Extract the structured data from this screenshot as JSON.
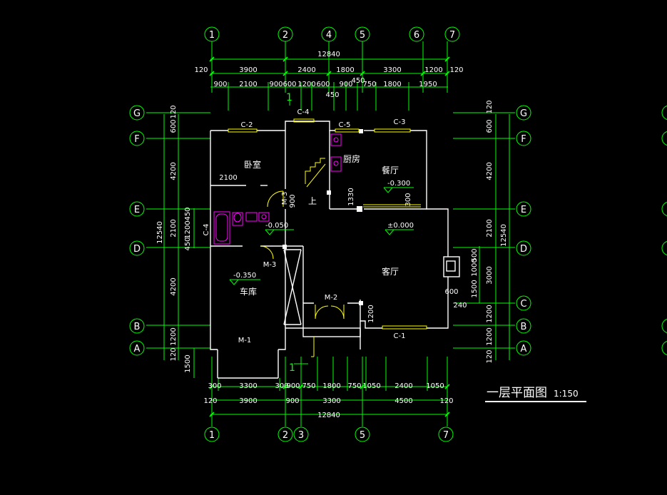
{
  "colors": {
    "background": "#000000",
    "dimension": "#00ff00",
    "wall": "#ffffff",
    "text": "#ffffff",
    "window": "#ffff00",
    "fixture": "#ff00ff"
  },
  "axes": {
    "top": [
      "1",
      "2",
      "4",
      "5",
      "6",
      "7"
    ],
    "bottom": [
      "1",
      "2",
      "3",
      "5",
      "7"
    ],
    "left": [
      "G",
      "F",
      "E",
      "D",
      "B",
      "A"
    ],
    "right": [
      "G",
      "F",
      "E",
      "D",
      "C",
      "B",
      "A"
    ]
  },
  "dimensions": {
    "top_total": "12840",
    "top_row2": [
      "120",
      "3900",
      "2400",
      "1800",
      "3300",
      "1200",
      "120"
    ],
    "top_row3": [
      "900",
      "2100",
      "900",
      "600",
      "1200",
      "600",
      "900",
      "450",
      "750",
      "1800",
      "1950"
    ],
    "top_extra": "450",
    "bottom_row1": [
      "300",
      "3300",
      "300",
      "900",
      "750",
      "1800",
      "750",
      "1050",
      "2400",
      "1050"
    ],
    "bottom_row2": [
      "120",
      "3900",
      "900",
      "3300",
      "4500",
      "120"
    ],
    "bottom_total": "12840",
    "left_outer": "12540",
    "left_inner": [
      "120",
      "600",
      "4200",
      "2100",
      "4200",
      "1200",
      "120"
    ],
    "left_small": [
      "450",
      "1200",
      "450"
    ],
    "left_bottom": "1500",
    "right_outer": "12540",
    "right_inner": [
      "120",
      "600",
      "4200",
      "2100",
      "3000",
      "1200",
      "1200",
      "120"
    ],
    "right_small": [
      "500",
      "1000",
      "1500"
    ],
    "inner_labels": [
      "2100",
      "900",
      "1330",
      "300",
      "1200",
      "600",
      "240"
    ]
  },
  "rooms": {
    "bedroom": "卧室",
    "kitchen": "厨房",
    "dining": "餐厅",
    "living": "客厅",
    "garage": "车库"
  },
  "levels": [
    "-0.300",
    "-0.050",
    "±0.000",
    "-0.350"
  ],
  "openings": {
    "c2": "C-2",
    "c4_top": "C-4",
    "c5": "C-5",
    "c3": "C-3",
    "c4_side": "C-4",
    "c1": "C-1",
    "m1": "M-1",
    "m2": "M-2",
    "m3_a": "M-3",
    "m3_b": "M-3"
  },
  "stair_label": "上",
  "section_marks": [
    "1",
    "1"
  ],
  "drawing_title": "一层平面图",
  "drawing_scale": "1:150"
}
